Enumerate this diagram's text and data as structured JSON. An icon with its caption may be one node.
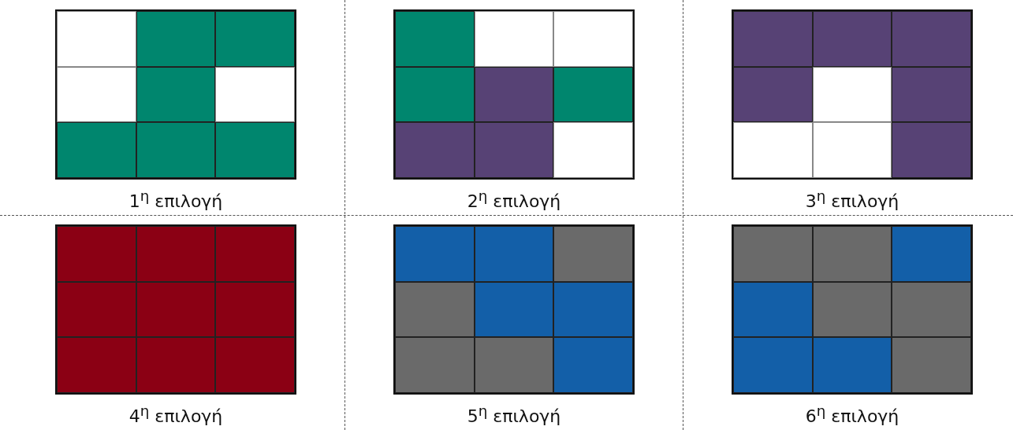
{
  "diagram": {
    "nodes": [
      {
        "text": [
          "1$^{η}$ επιλογή"
        ]
      },
      {
        "text": [
          "2$^{η}$ επιλογή"
        ]
      },
      {
        "text": [
          "3$^{η}$ επιλογή"
        ]
      },
      {
        "text": [
          "4$^{η}$ επιλογή"
        ]
      },
      {
        "text": [
          "5$^{η}$ επιλογή"
        ]
      },
      {
        "text": [
          "6$^{η}$ επιλογή"
        ]
      }
    ]
  }
}
